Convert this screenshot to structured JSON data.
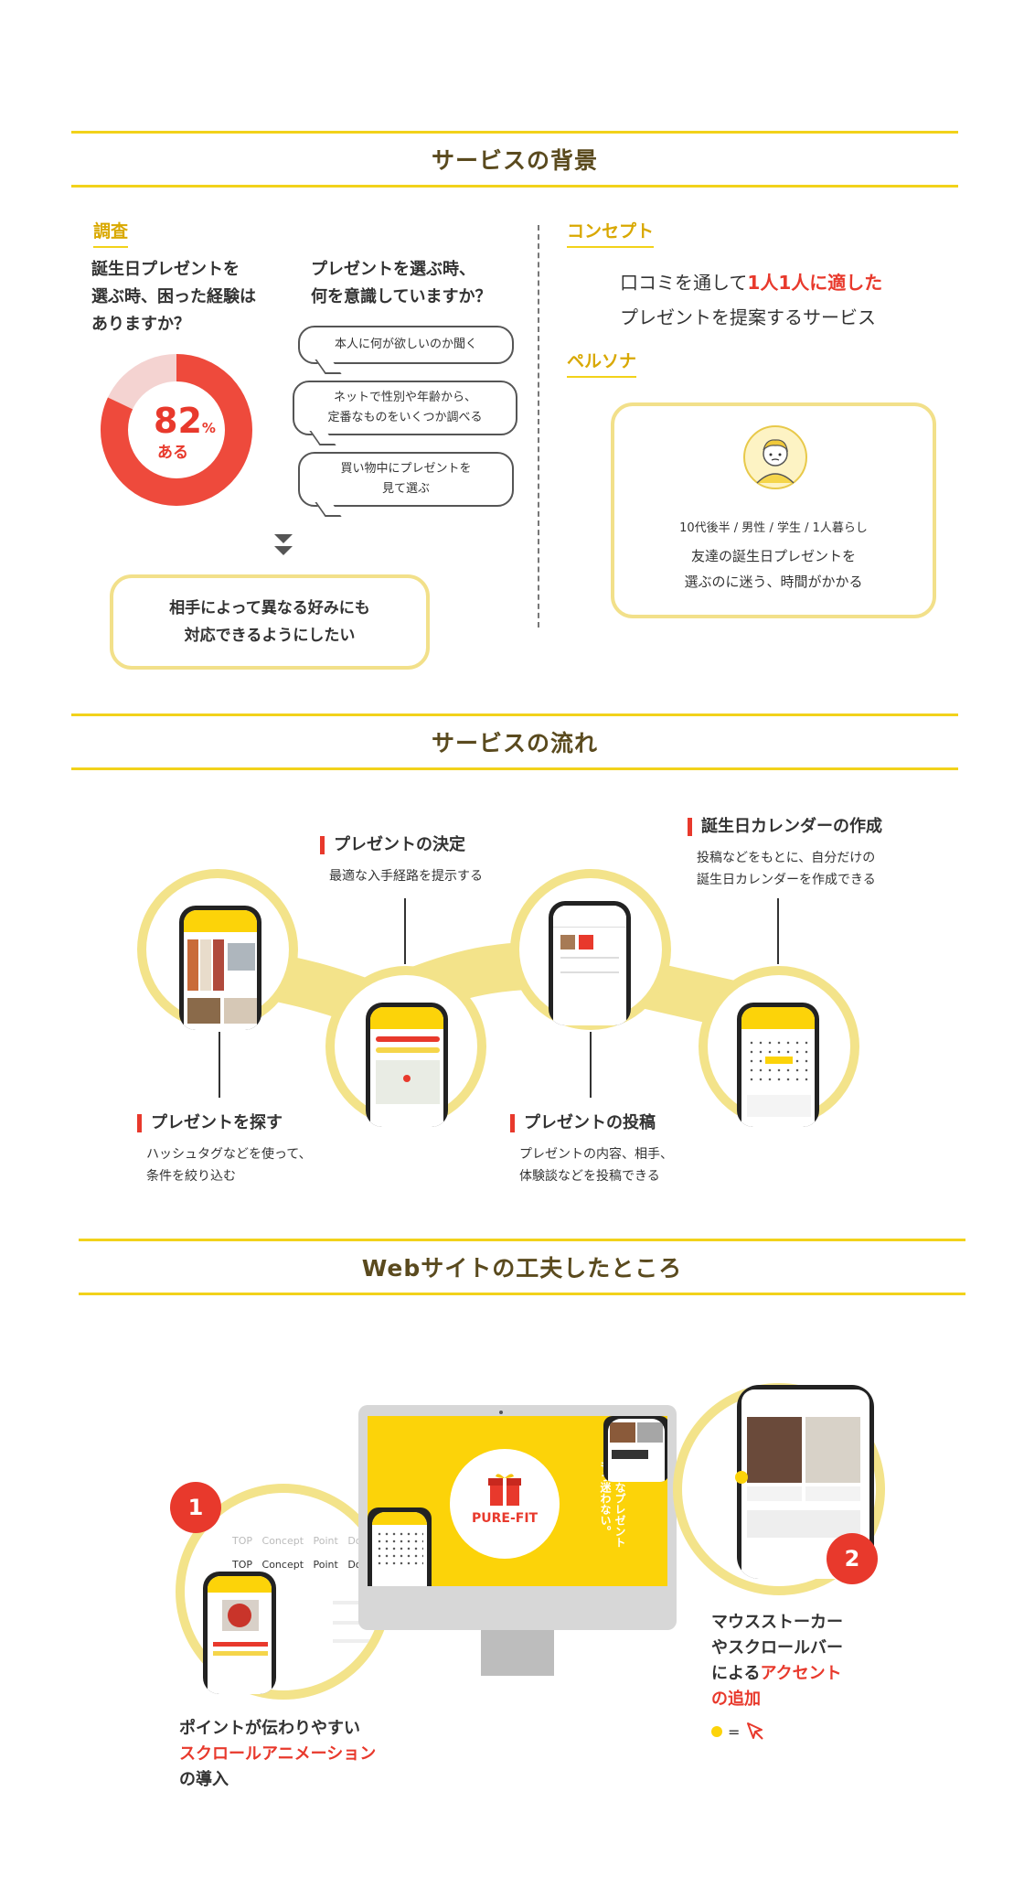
{
  "sections": {
    "background_title": "サービスの背景",
    "flow_title": "サービスの流れ",
    "web_title": "Webサイトの工夫したところ"
  },
  "survey": {
    "label": "調査",
    "q1": [
      "誕生日プレゼントを",
      "選ぶ時、困った経験は",
      "ありますか？"
    ],
    "percent_value": "82",
    "percent_unit": "%",
    "percent_caption": "ある",
    "percent_fraction": 0.82,
    "q2": [
      "プレゼントを選ぶ時、",
      "何を意識していますか？"
    ],
    "answers": [
      [
        "本人に何が欲しいのか聞く"
      ],
      [
        "ネットで性別や年齢から、",
        "定番なものをいくつか調べる"
      ],
      [
        "買い物中にプレゼントを",
        "見て選ぶ"
      ]
    ],
    "conclusion": [
      "相手によって異なる好みにも",
      "対応できるようにしたい"
    ]
  },
  "concept": {
    "label": "コンセプト",
    "line1_pre": "口コミを通して",
    "line1_em": "1人1人に適した",
    "line2": "プレゼントを提案するサービス"
  },
  "persona": {
    "label": "ペルソナ",
    "profile": "10代後半 / 男性 / 学生 / 1人暮らし",
    "desc": [
      "友達の誕生日プレゼントを",
      "選ぶのに迷う、時間がかかる"
    ]
  },
  "flow": {
    "steps": [
      {
        "title": "プレゼントを探す",
        "desc": [
          "ハッシュタグなどを使って、",
          "条件を絞り込む"
        ]
      },
      {
        "title": "プレゼントの決定",
        "desc": [
          "最適な入手経路を提示する"
        ]
      },
      {
        "title": "プレゼントの投稿",
        "desc": [
          "プレゼントの内容、相手、",
          "体験談などを投稿できる"
        ]
      },
      {
        "title": "誕生日カレンダーの作成",
        "desc": [
          "投稿などをもとに、自分だけの",
          "誕生日カレンダーを作成できる"
        ]
      }
    ]
  },
  "web": {
    "badge1": "1",
    "badge2": "2",
    "nav_items": [
      "TOP",
      "Concept",
      "Point",
      "Dow"
    ],
    "brand": "PURE-FIT",
    "tagline": [
      "大切なプレゼント",
      "もう迷わない。"
    ],
    "point1": {
      "line1": "ポイントが伝わりやすい",
      "line2_em": "スクロールアニメーション",
      "line3": "の導入"
    },
    "point2": {
      "line1": "マウスストーカー",
      "line2": "やスクロールバー",
      "line3_pre": "による",
      "line3_em": "アクセント",
      "line4_em": "の追加",
      "legend_eq": "="
    }
  }
}
